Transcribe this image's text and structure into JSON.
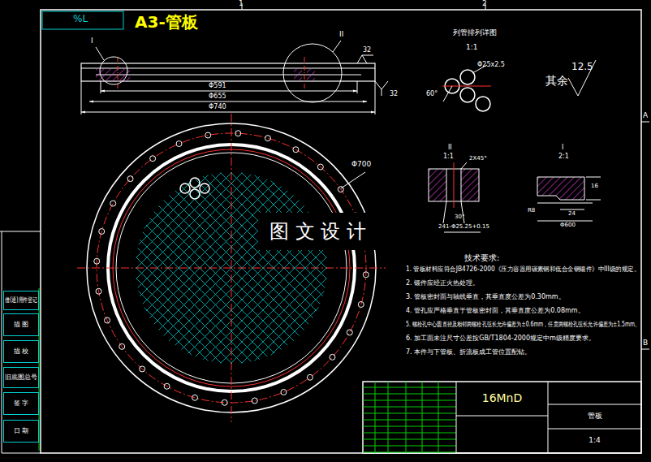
{
  "diagram": {
    "title": "A3-管板",
    "nodes": [
      {
        "text": [
          "借(通)用件登记"
        ]
      },
      {
        "text": [
          "描 图"
        ]
      },
      {
        "text": [
          "描 校"
        ]
      },
      {
        "text": [
          "旧底图总号"
        ]
      },
      {
        "text": [
          "签 字"
        ]
      },
      {
        "text": [
          "日 期"
        ]
      },
      {
        "text": [
          "16MnD"
        ]
      },
      {
        "text": [
          "管板"
        ]
      },
      {
        "text": [
          "1:4"
        ]
      }
    ],
    "labels": [
      "%L",
      "1",
      "2",
      "A",
      "B",
      "I",
      "II",
      "32",
      "32",
      "Φ591",
      "Φ655",
      "Φ740",
      "列管排列详图",
      "1:1",
      "Φ25x2.5",
      "60°",
      "12.5",
      "其余",
      "II",
      "1:1",
      "2X45°",
      "30°",
      "241-Φ25.25+0.15",
      "I",
      "2:1",
      "16",
      "24",
      "R8",
      "Φ600",
      "Φ700",
      "图 文 设 计",
      "技术要求:",
      "1. 管板材料应符合JB4726-2000《压力容器用碳素钢和低合金钢锻件》中III级的规定。",
      "2. 锻件应经正火热处理。",
      "3. 管板密封面与轴线垂直，其垂直度公差为0.30mm。",
      "4. 管孔应严格垂直于管板密封面，其垂直度公差为0.08mm。",
      "5. 螺栓孔中心圆直径及相邻两螺栓孔弦长允许偏差为±0.6mm，任意两螺栓孔弦长允许偏差为±1.5mm。",
      "6. 加工面未注尺寸公差按GB/T1804-2000规定中m级精度要求。",
      "7. 本件与下管板、折流板成工管位置配钻。"
    ]
  }
}
